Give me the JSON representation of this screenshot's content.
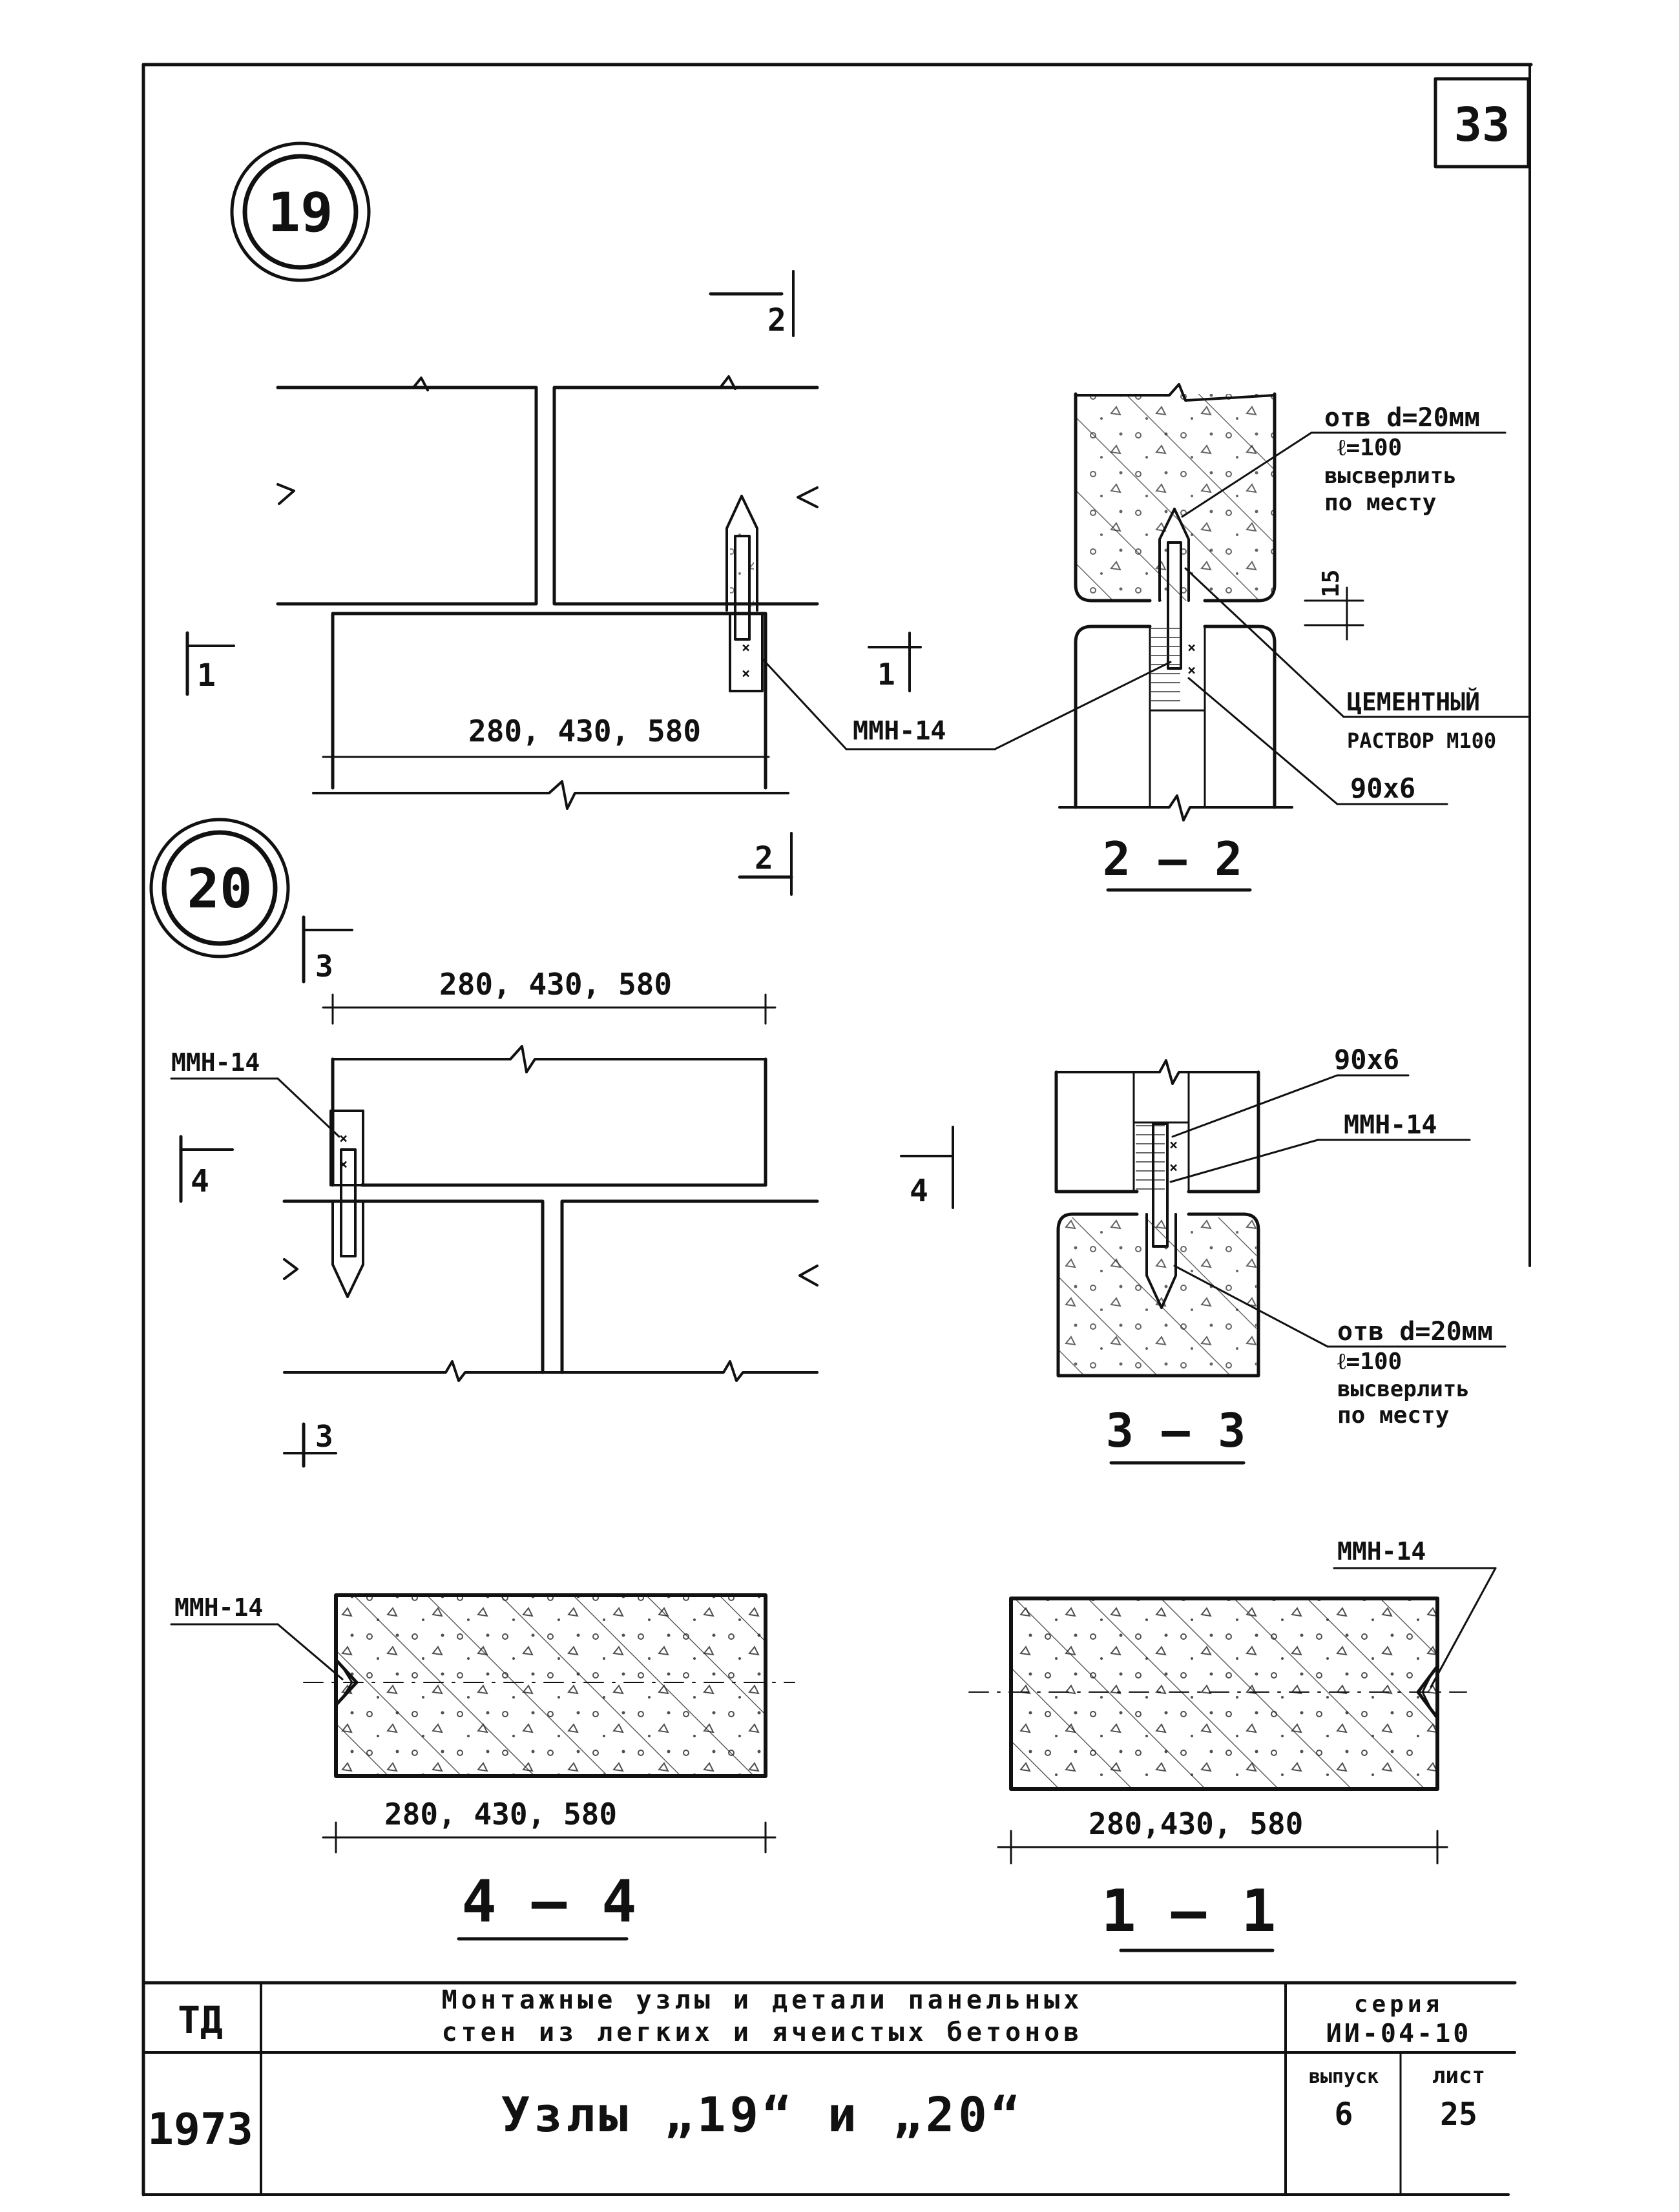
{
  "sheet_number": "33",
  "node_19": {
    "circle_label": "19",
    "cut_2_top": "2",
    "cut_1_left": "1",
    "dim": "280, 430, 580",
    "mmn_label": "ММН-14",
    "cut_2_bottom": "2"
  },
  "section_2_2": {
    "cut_1_label": "1",
    "hole_note_1": "отв d=20мм",
    "hole_note_2": "ℓ=100",
    "hole_note_3": "высверлить",
    "hole_note_4": "по месту",
    "gap_dim": "15",
    "mortar_1": "ЦЕМЕНТНЫЙ",
    "mortar_2": "РАСТВОР М100",
    "plate": "90х6",
    "title": "2 – 2"
  },
  "node_20": {
    "circle_label": "20",
    "cut_3_top": "3",
    "dim": "280, 430, 580",
    "mmn_label": "ММН-14",
    "cut_4_left": "4",
    "cut_3_bottom": "3"
  },
  "section_3_3": {
    "cut_4_label": "4",
    "plate": "90х6",
    "mmn_label": "ММН-14",
    "hole_note_1": "отв d=20мм",
    "hole_note_2": "ℓ=100",
    "hole_note_3": "высверлить",
    "hole_note_4": "по месту",
    "title": "3 – 3"
  },
  "section_4_4": {
    "mmn_label": "ММН-14",
    "dim": "280, 430, 580",
    "title": "4 – 4"
  },
  "section_1_1": {
    "mmn_label": "ММН-14",
    "dim": "280,430, 580",
    "title": "1 – 1"
  },
  "title_block": {
    "org": "ТД",
    "year": "1973",
    "description_line1": "Монтажные узлы и детали панельных",
    "description_line2": "стен из легких и ячеистых бетонов",
    "title": "Узлы „19“ и „20“",
    "series_label": "серия",
    "series_value": "ИИ-04-10",
    "issue_label": "выпуск",
    "issue_value": "6",
    "sheet_label": "лист",
    "sheet_value": "25"
  }
}
